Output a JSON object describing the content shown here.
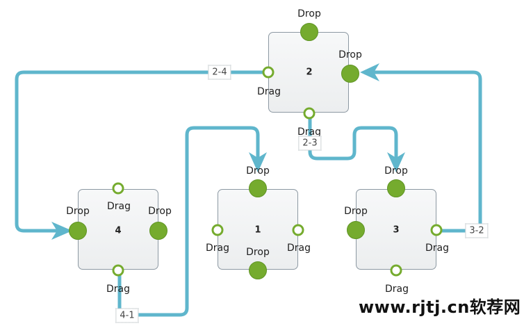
{
  "colors": {
    "connector": "#5fb6cc",
    "drop_endpoint": "#75ab2e",
    "node_border": "#8c98a2"
  },
  "nodes": [
    {
      "id": "node-2",
      "label": "2"
    },
    {
      "id": "node-4",
      "label": "4"
    },
    {
      "id": "node-1",
      "label": "1"
    },
    {
      "id": "node-3",
      "label": "3"
    }
  ],
  "endpoint_labels": {
    "drop": "Drop",
    "drag": "Drag"
  },
  "connections": [
    {
      "id": "conn-2-4",
      "label": "2-4"
    },
    {
      "id": "conn-2-3",
      "label": "2-3"
    },
    {
      "id": "conn-4-1",
      "label": "4-1"
    },
    {
      "id": "conn-3-2",
      "label": "3-2"
    }
  ],
  "watermark": "www.rjtj.cn软荐网"
}
